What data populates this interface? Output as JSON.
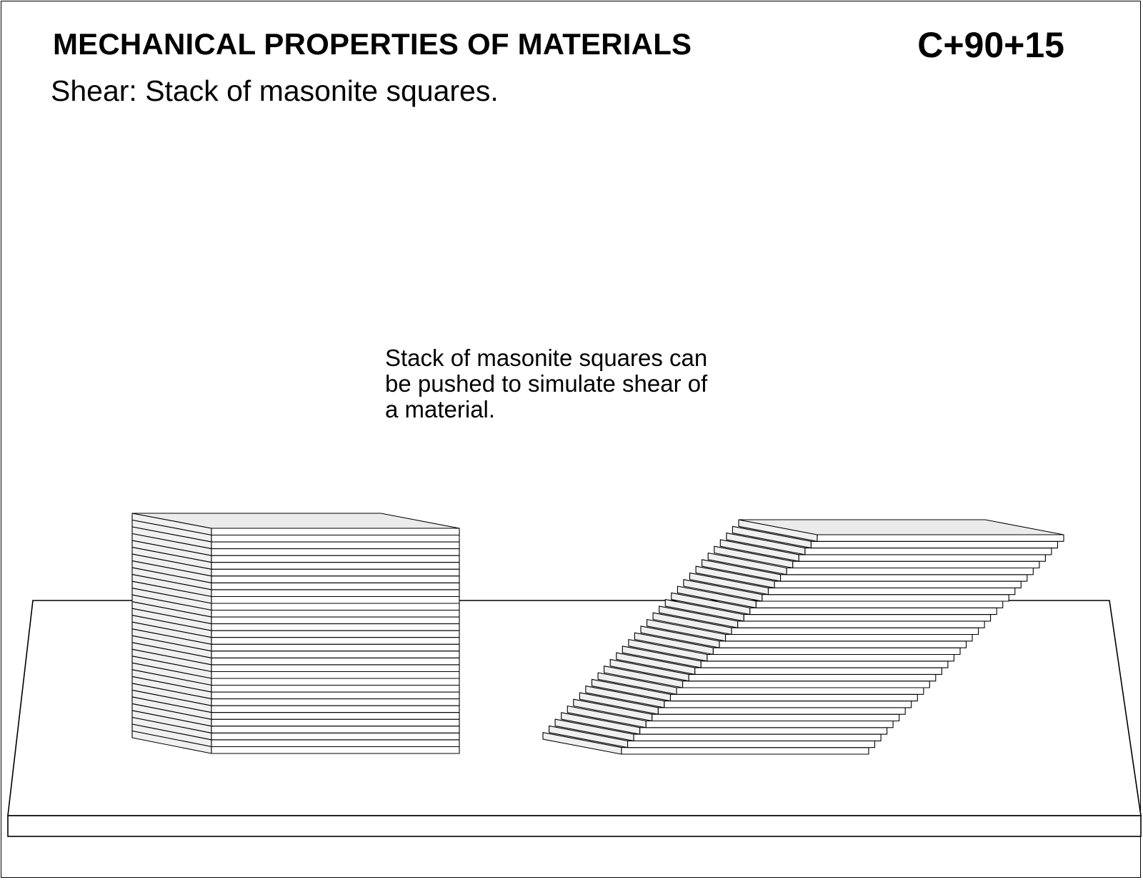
{
  "header": {
    "title": "MECHANICAL PROPERTIES OF MATERIALS",
    "code": "C+90+15",
    "subtitle": "Shear:  Stack of masonite squares."
  },
  "caption": {
    "lines": [
      "Stack of masonite squares can",
      "be pushed to simulate shear of",
      "a material."
    ]
  },
  "diagram": {
    "stack_upright": {
      "plate_count": 33
    },
    "stack_sheared": {
      "plate_count": 33
    },
    "colors": {
      "line": "#000000",
      "plate_front": "#ffffff",
      "plate_side": "#f0f0f0",
      "plate_top": "#ebebeb"
    }
  }
}
